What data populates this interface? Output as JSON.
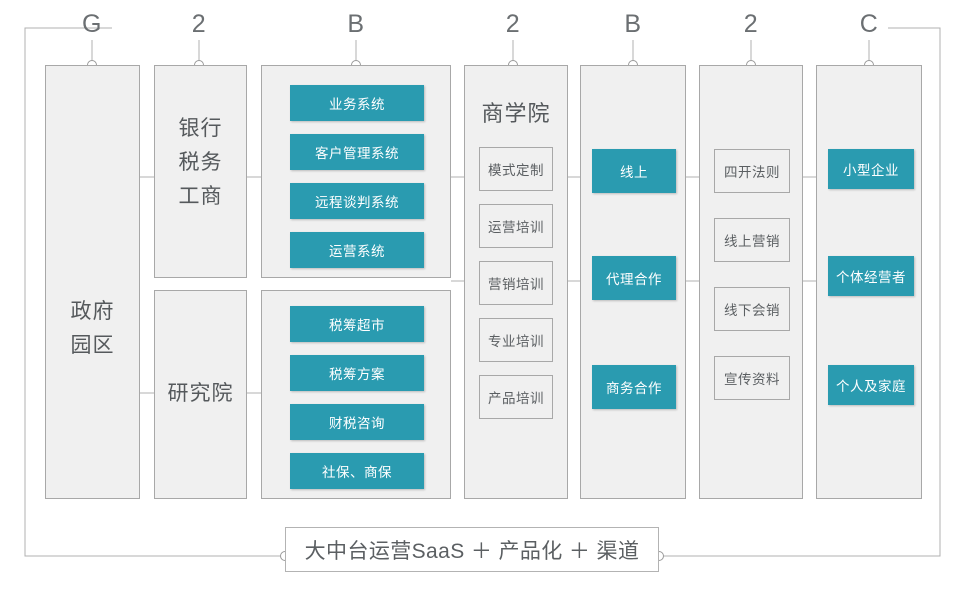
{
  "diagram": {
    "headers": [
      "G",
      "2",
      "B",
      "2",
      "B",
      "2",
      "C"
    ],
    "footer_label": "大中台运营SaaS ＋ 产品化 ＋ 渠道",
    "accent_color": "#2a9bb0",
    "panel_fill": "#f0f0f0",
    "panel_border": "#a8a8a8",
    "text_color": "#55595c"
  },
  "columns": [
    {
      "header": "G",
      "panels": [
        {
          "title": "政府\n园区",
          "items": []
        }
      ]
    },
    {
      "header": "2",
      "panels": [
        {
          "title": "银行\n税务\n工商",
          "items": []
        },
        {
          "title": "研究院",
          "items": []
        }
      ]
    },
    {
      "header": "B",
      "panels": [
        {
          "title": "",
          "items": [
            {
              "label": "业务系统",
              "style": "teal"
            },
            {
              "label": "客户管理系统",
              "style": "teal"
            },
            {
              "label": "远程谈判系统",
              "style": "teal"
            },
            {
              "label": "运营系统",
              "style": "teal"
            }
          ]
        },
        {
          "title": "",
          "items": [
            {
              "label": "税筹超市",
              "style": "teal"
            },
            {
              "label": "税筹方案",
              "style": "teal"
            },
            {
              "label": "财税咨询",
              "style": "teal"
            },
            {
              "label": "社保、商保",
              "style": "teal"
            }
          ]
        }
      ]
    },
    {
      "header": "2",
      "panels": [
        {
          "title": "商学院",
          "items": [
            {
              "label": "模式定制",
              "style": "plain"
            },
            {
              "label": "运营培训",
              "style": "plain"
            },
            {
              "label": "营销培训",
              "style": "plain"
            },
            {
              "label": "专业培训",
              "style": "plain"
            },
            {
              "label": "产品培训",
              "style": "plain"
            }
          ]
        }
      ]
    },
    {
      "header": "B",
      "panels": [
        {
          "title": "",
          "items": [
            {
              "label": "线上",
              "style": "teal"
            },
            {
              "label": "代理合作",
              "style": "teal"
            },
            {
              "label": "商务合作",
              "style": "teal"
            }
          ]
        }
      ]
    },
    {
      "header": "2",
      "panels": [
        {
          "title": "",
          "items": [
            {
              "label": "四开法则",
              "style": "plain"
            },
            {
              "label": "线上营销",
              "style": "plain"
            },
            {
              "label": "线下会销",
              "style": "plain"
            },
            {
              "label": "宣传资料",
              "style": "plain"
            }
          ]
        }
      ]
    },
    {
      "header": "C",
      "panels": [
        {
          "title": "",
          "items": [
            {
              "label": "小型企业",
              "style": "teal"
            },
            {
              "label": "个体经营者",
              "style": "teal"
            },
            {
              "label": "个人及家庭",
              "style": "teal"
            }
          ]
        }
      ]
    }
  ]
}
